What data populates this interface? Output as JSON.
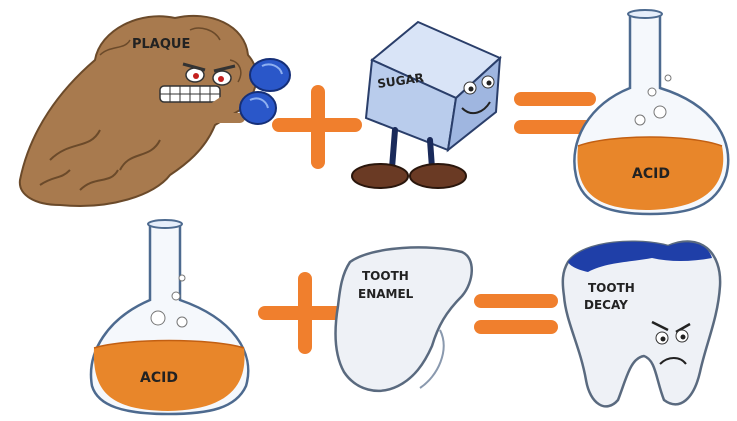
{
  "row1": {
    "plaque_label": "PLAQUE",
    "sugar_label": "SUGAR",
    "acid_label": "ACID"
  },
  "row2": {
    "acid_label": "ACID",
    "enamel_label_line1": "TOOTH",
    "enamel_label_line2": "ENAMEL",
    "decay_label_line1": "TOOTH",
    "decay_label_line2": "DECAY"
  },
  "colors": {
    "operator": "#f07f2d",
    "acid": "#e8862a",
    "plaque": "#a87a4e",
    "glove": "#2a57c9",
    "sugar_cube": "#b9ccec",
    "tooth": "#eef1f6",
    "decay": "#1f3fa8"
  }
}
